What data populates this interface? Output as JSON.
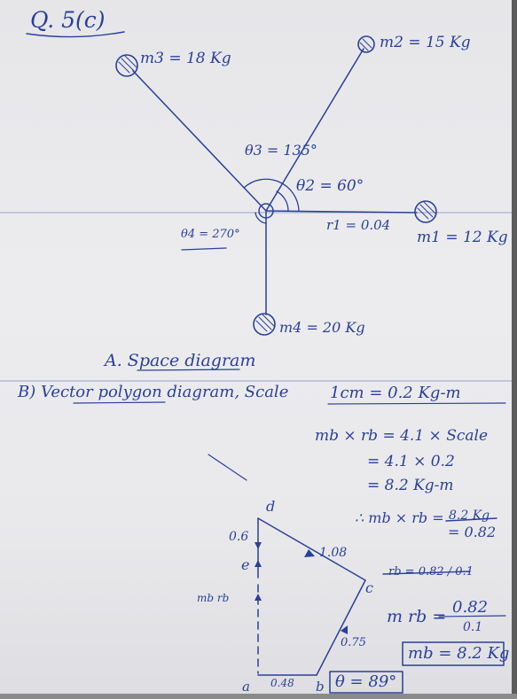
{
  "heading": "Q. 5(c)",
  "space_diagram": {
    "m3_label": "m3 = 18 Kg",
    "m2_label": "m2 = 15 Kg",
    "m1_label": "m1 = 12 Kg",
    "m4_label": "m4 = 20 Kg",
    "theta3": "θ3 = 135°",
    "theta2": "θ2 = 60°",
    "theta4": "θ4 = 270°",
    "r1": "r1 = 0.04",
    "caption": "A. Space diagram"
  },
  "polygon": {
    "heading": "B) Vector polygon diagram, Scale",
    "scale": "1cm = 0.2 Kg-m",
    "calc1": "mb × rb = 4.1 × Scale",
    "calc2": "= 4.1 × 0.2",
    "calc3": "= 8.2 Kg-m",
    "calc4": "∴ mb × rb =",
    "calc4_struck": "8.2 Kg",
    "calc5": "= 0.82",
    "struck_line": "rb = 0.82 / 0.1",
    "calc6": "m rb =",
    "frac_num": "0.82",
    "frac_den": "0.1",
    "result_mass": "mb = 8.2 Kg",
    "result_angle": "θ = 89°",
    "label_d": "d",
    "label_e": "e",
    "label_c": "c",
    "label_a": "a",
    "label_b": "b",
    "val_06": "0.6",
    "val_108": "1.08",
    "val_075": "0.75",
    "val_048": "0.48",
    "val_mbrb": "mb rb"
  }
}
